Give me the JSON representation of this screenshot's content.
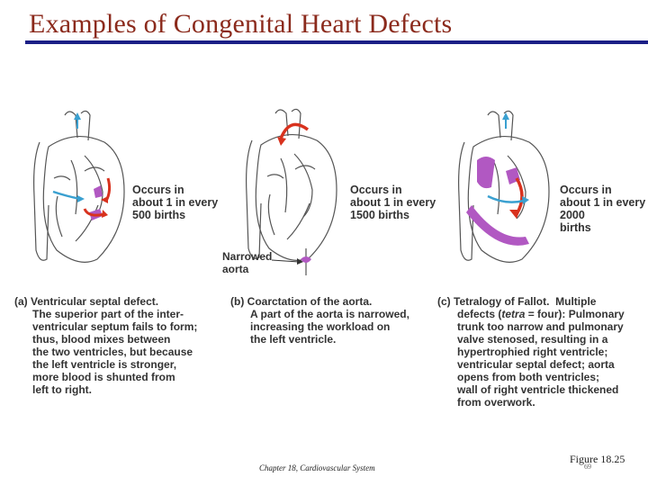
{
  "title": "Examples of Congenital Heart Defects",
  "panels": [
    {
      "tag": "(a)",
      "heading": "Ventricular septal defect.",
      "body": "The superior part of the inter-\nventricular septum fails to form;\nthus, blood mixes between\nthe two ventricles, but because\nthe left ventricle is stronger,\nmore blood is shunted from\nleft to right.",
      "occurs": "Occurs in\nabout 1 in every\n500 births"
    },
    {
      "tag": "(b)",
      "heading": "Coarctation of the aorta.",
      "body": "A part of the aorta is narrowed,\nincreasing the workload on\nthe left ventricle.",
      "occurs": "Occurs in\nabout 1 in every\n1500 births",
      "pointer_label": "Narrowed\naorta"
    },
    {
      "tag": "(c)",
      "heading": "Tetralogy of Fallot.",
      "heading_tail": "Multiple",
      "body_prefix": "defects (",
      "body_em": "tetra",
      "body_rest": " = four): Pulmonary\ntrunk too narrow and pulmonary\nvalve stenosed, resulting in a\nhypertrophied right ventricle;\nventricular septal defect; aorta\nopens from both ventricles;\nwall of right ventricle thickened\nfrom overwork.",
      "occurs": "Occurs in\nabout 1 in every 2000\nbirths"
    }
  ],
  "footer": {
    "chapter": "Chapter 18, Cardiovascular System",
    "figure": "Figure 18.25",
    "page": "69"
  },
  "colors": {
    "title": "#8b2a1c",
    "rule": "#1b1f86",
    "defect": "#b158c2",
    "arrow_red": "#d8321e",
    "arrow_blue": "#3aa0d0"
  }
}
